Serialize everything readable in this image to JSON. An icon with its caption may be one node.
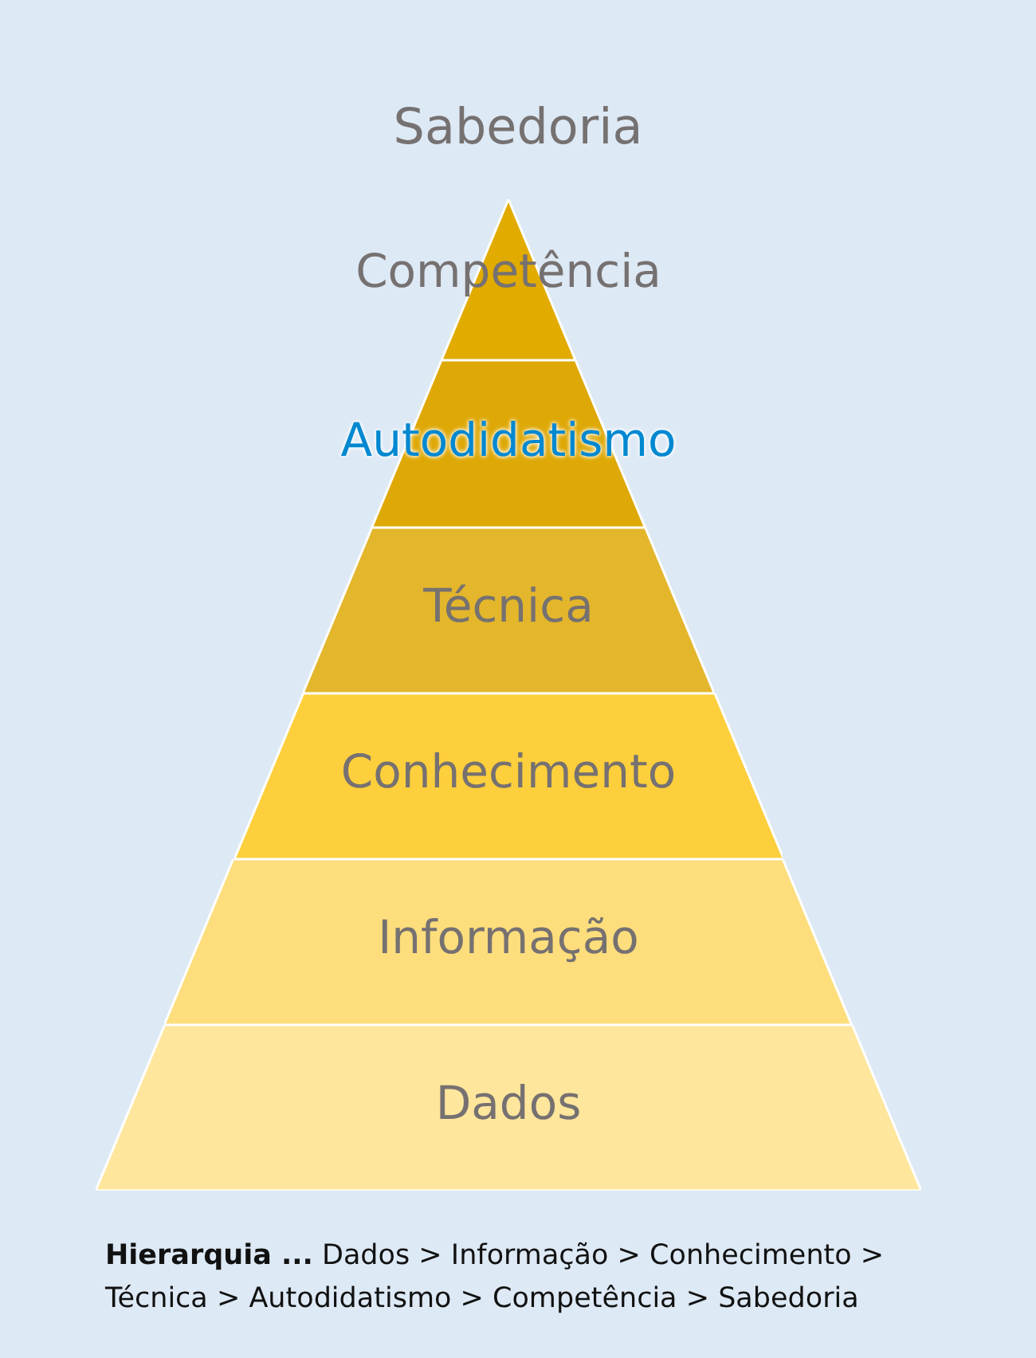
{
  "diagram": {
    "caption": "**Hierarquia ...** Dados > Informação > Conhecimento > Técnica > Autodidatismo > Competência > Sabedoria",
    "nodes": [
      {
        "text": [
          "Competência"
        ]
      },
      {
        "text": [
          "Autodidatismo"
        ]
      },
      {
        "text": [
          "Técnica"
        ]
      },
      {
        "text": [
          "Conhecimento"
        ]
      },
      {
        "text": [
          "Informação"
        ]
      },
      {
        "text": [
          "Dados"
        ]
      }
    ],
    "labels": [
      "Sabedoria"
    ]
  }
}
